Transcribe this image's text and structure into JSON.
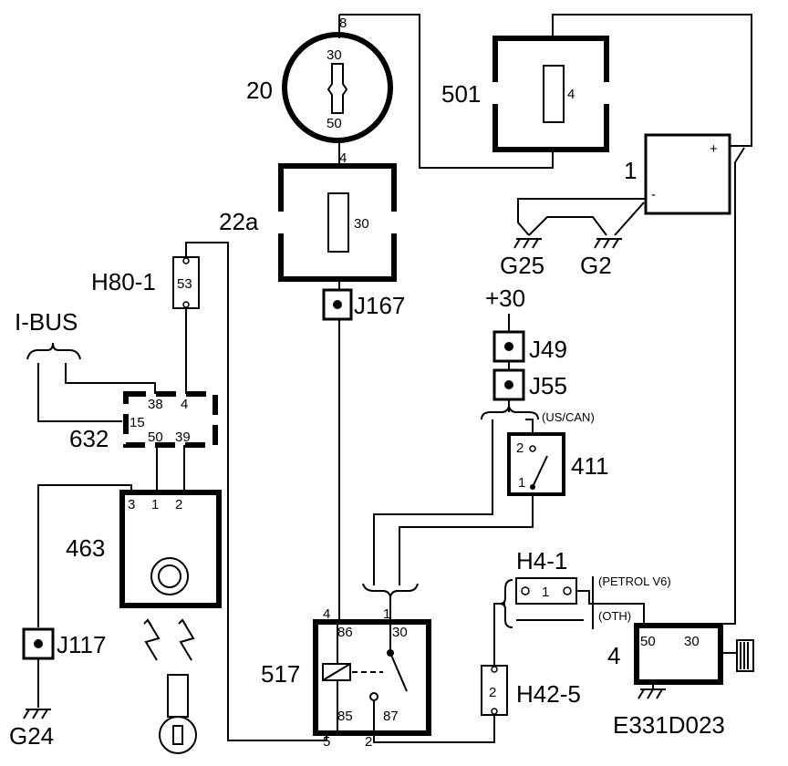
{
  "labels": {
    "ignition_switch": "20",
    "ignition_switch_pin_top": "30",
    "ignition_switch_pin_bottom": "50",
    "ignition_switch_conn": "8",
    "fuse_box_501": "501",
    "fuse_501_pin": "4",
    "battery": "1",
    "battery_plus": "+",
    "battery_minus": "-",
    "fuse_box_22a": "22a",
    "fuse_22a_pin": "30",
    "fuse_22a_conn": "4",
    "ground_g25": "G25",
    "ground_g2": "G2",
    "connector_h80": "H80-1",
    "connector_h80_pin": "53",
    "junction_j167": "J167",
    "ibus": "I-BUS",
    "ecu_632": "632",
    "ecu_632_pin_38": "38",
    "ecu_632_pin_4": "4",
    "ecu_632_pin_15": "15",
    "ecu_632_pin_50": "50",
    "ecu_632_pin_39": "39",
    "supply_plus30": "+30",
    "junction_j49": "J49",
    "junction_j55": "J55",
    "variant_us_can": "(US/CAN)",
    "switch_411": "411",
    "switch_411_pin_2": "2",
    "switch_411_pin_1": "1",
    "module_463": "463",
    "module_463_pin_3": "3",
    "module_463_pin_1": "1",
    "module_463_pin_2": "2",
    "connector_h4": "H4-1",
    "connector_h4_pin": "1",
    "variant_petrol_v6": "(PETROL V6)",
    "variant_oth": "(OTH)",
    "junction_j117": "J117",
    "ground_g24": "G24",
    "relay_517": "517",
    "relay_pin_86": "86",
    "relay_pin_30": "30",
    "relay_pin_85": "85",
    "relay_pin_87": "87",
    "relay_conn_4": "4",
    "relay_conn_1": "1",
    "relay_conn_5": "5",
    "relay_conn_2": "2",
    "connector_h42": "H42-5",
    "connector_h42_pin": "2",
    "starter": "4",
    "starter_pin_50": "50",
    "starter_pin_30": "30",
    "diagram_code": "E331D023"
  }
}
